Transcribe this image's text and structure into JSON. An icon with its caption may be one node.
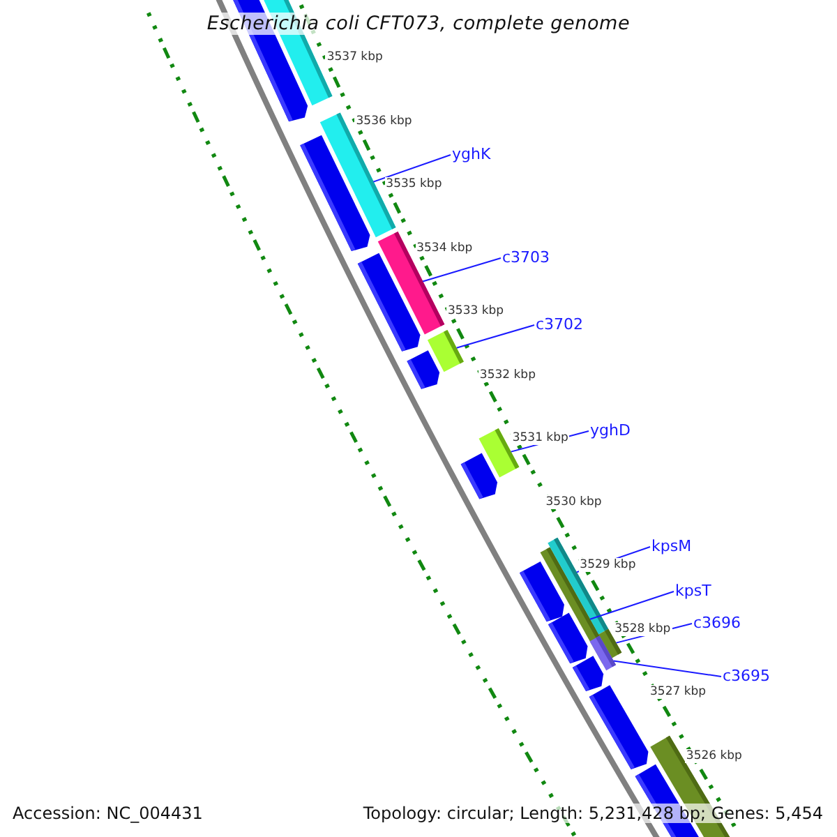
{
  "diagram": {
    "title": "Escherichia coli CFT073, complete genome",
    "nodes": [
      {
        "text": [
          "yghK"
        ]
      },
      {
        "text": [
          "c3703"
        ]
      },
      {
        "text": [
          "c3702"
        ]
      },
      {
        "text": [
          "yghD"
        ]
      },
      {
        "text": [
          "kpsM"
        ]
      },
      {
        "text": [
          "kpsT"
        ]
      },
      {
        "text": [
          "c3696"
        ]
      },
      {
        "text": [
          "c3695"
        ]
      },
      {
        "text": [],
        "shape": "bar"
      },
      {
        "text": [],
        "shape": "bar"
      },
      {
        "text": [],
        "shape": "bar"
      },
      {
        "text": [],
        "shape": "bar"
      },
      {
        "text": [],
        "shape": "bar"
      },
      {
        "text": [],
        "shape": "bar"
      },
      {
        "text": [],
        "shape": "bar"
      },
      {
        "text": [],
        "shape": "bar"
      }
    ],
    "edges": [
      {
        "from": 0,
        "to": 8,
        "arrow": "none"
      },
      {
        "from": 1,
        "to": 9,
        "arrow": "none"
      },
      {
        "from": 2,
        "to": 10,
        "arrow": "none"
      },
      {
        "from": 3,
        "to": 11,
        "arrow": "none"
      },
      {
        "from": 4,
        "to": 12,
        "arrow": "none"
      },
      {
        "from": 5,
        "to": 13,
        "arrow": "none"
      },
      {
        "from": 6,
        "to": 14,
        "arrow": "none"
      },
      {
        "from": 7,
        "to": 15,
        "arrow": "none"
      }
    ],
    "labels": [
      "3537 kbp",
      "3536 kbp",
      "3535 kbp",
      "3534 kbp",
      "3533 kbp",
      "3532 kbp",
      "3531 kbp",
      "3530 kbp",
      "3529 kbp",
      "3528 kbp",
      "3527 kbp",
      "3526 kbp",
      "Accession: NC_004431",
      "Topology: circular; Length: 5,231,428 bp; Genes: 5,454"
    ]
  }
}
